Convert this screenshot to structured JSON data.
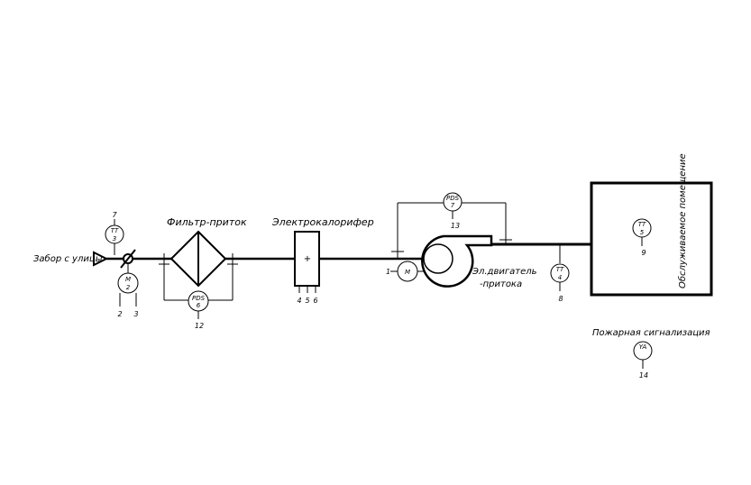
{
  "labels": {
    "intake": "Забор с улицы",
    "filter": "Фильтр-приток",
    "heater": "Электрокалорифер",
    "motor_line1": "Эл.двигатель",
    "motor_line2": "-притока",
    "room": "Обслуживаемое помещение",
    "fire_alarm": "Пожарная сигнализация"
  },
  "heater_symbol": "+",
  "motor_symbol": "M",
  "instruments": {
    "tt3": {
      "code": "TT",
      "num": "3",
      "top": "7"
    },
    "m2": {
      "code": "M",
      "num": "2",
      "wire_a": "2",
      "wire_b": "3"
    },
    "pds6": {
      "code": "PDS",
      "num": "6",
      "wire": "12"
    },
    "pds7": {
      "code": "PDS",
      "num": "7",
      "wire": "13"
    },
    "tt4": {
      "code": "TT",
      "num": "4",
      "wire": "8"
    },
    "tt5": {
      "code": "TT",
      "num": "5",
      "wire": "9"
    },
    "ya": {
      "code": "YA",
      "wire": "14"
    }
  },
  "wires": {
    "heater": [
      "4",
      "5",
      "6"
    ],
    "motor": "1"
  }
}
